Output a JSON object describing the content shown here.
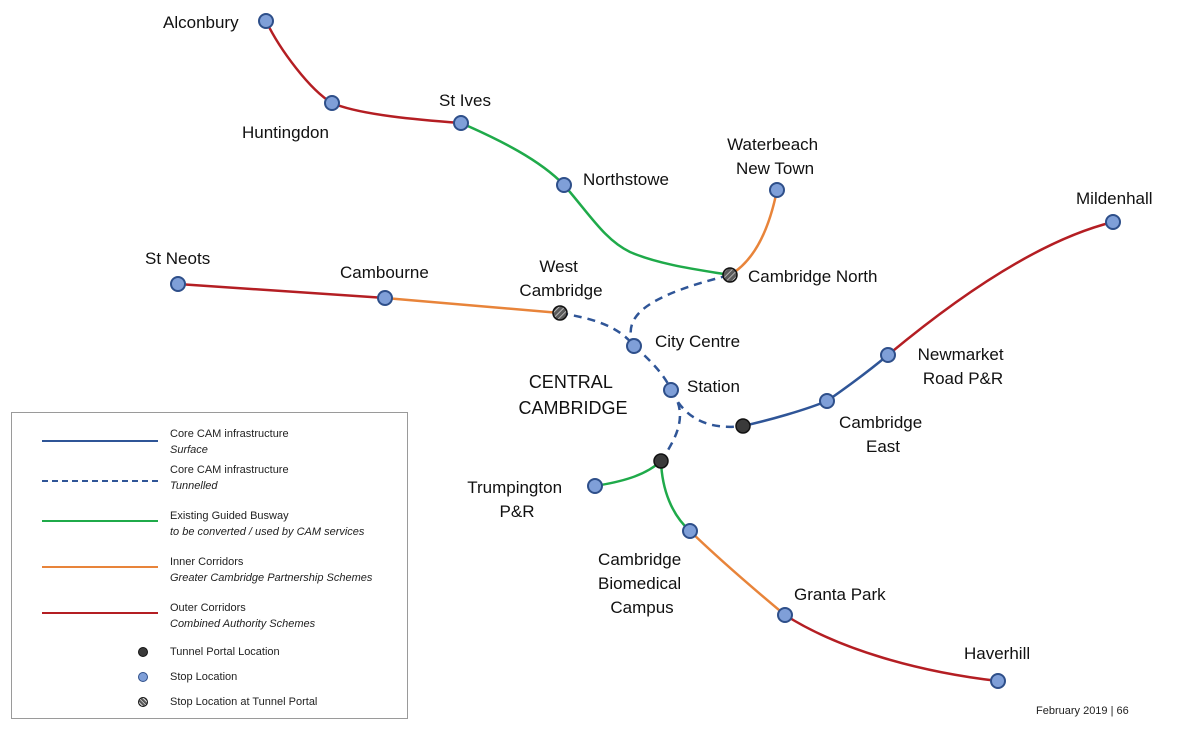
{
  "colors": {
    "core": "#2f5597",
    "busway": "#1faa4a",
    "inner": "#e8843a",
    "outer": "#b41e23",
    "stop_fill": "#7f9fd8",
    "stop_stroke": "#2e4f8a",
    "portal_fill": "#3a3a3a"
  },
  "diagram": {
    "central_label": [
      "CENTRAL",
      "CAMBRIDGE"
    ],
    "stops": {
      "alconbury": "Alconbury",
      "huntingdon": "Huntingdon",
      "st_ives": "St Ives",
      "northstowe": "Northstowe",
      "waterbeach": [
        "Waterbeach",
        "New Town"
      ],
      "cambridge_north": "Cambridge North",
      "mildenhall": "Mildenhall",
      "st_neots": "St Neots",
      "cambourne": "Cambourne",
      "west_cambridge": [
        "West",
        "Cambridge"
      ],
      "city_centre": "City Centre",
      "station": "Station",
      "newmarket": [
        "Newmarket",
        "Road P&R"
      ],
      "cambridge_east": [
        "Cambridge",
        "East"
      ],
      "trumpington": [
        "Trumpington",
        "P&R"
      ],
      "biomedical": [
        "Cambridge",
        "Biomedical",
        "Campus"
      ],
      "granta_park": "Granta Park",
      "haverhill": "Haverhill"
    }
  },
  "legend": {
    "items": [
      {
        "title": "Core CAM infrastructure",
        "sub": "Surface",
        "type": "core-solid"
      },
      {
        "title": "Core CAM infrastructure",
        "sub": "Tunnelled",
        "type": "core-dashed"
      },
      {
        "title": "Existing Guided Busway",
        "sub": "to be converted / used by CAM services",
        "type": "busway"
      },
      {
        "title": "Inner Corridors",
        "sub": "Greater Cambridge Partnership Schemes",
        "type": "inner"
      },
      {
        "title": "Outer Corridors",
        "sub": "Combined Authority Schemes",
        "type": "outer"
      },
      {
        "title": "Tunnel Portal Location",
        "type": "portal"
      },
      {
        "title": "Stop Location",
        "type": "stop"
      },
      {
        "title": "Stop Location at Tunnel Portal",
        "type": "stop-portal"
      }
    ]
  },
  "footer": "February 2019 | 66"
}
